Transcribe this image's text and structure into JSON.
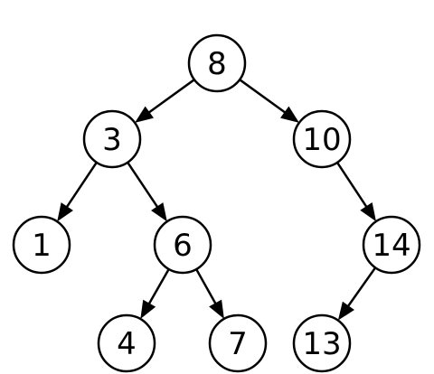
{
  "tree": {
    "nodes": [
      {
        "id": "n8",
        "label": "8"
      },
      {
        "id": "n3",
        "label": "3"
      },
      {
        "id": "n10",
        "label": "10"
      },
      {
        "id": "n1",
        "label": "1"
      },
      {
        "id": "n6",
        "label": "6"
      },
      {
        "id": "n14",
        "label": "14"
      },
      {
        "id": "n4",
        "label": "4"
      },
      {
        "id": "n7",
        "label": "7"
      },
      {
        "id": "n13",
        "label": "13"
      }
    ],
    "edges": [
      {
        "from": "n8",
        "to": "n3"
      },
      {
        "from": "n8",
        "to": "n10"
      },
      {
        "from": "n3",
        "to": "n1"
      },
      {
        "from": "n3",
        "to": "n6"
      },
      {
        "from": "n10",
        "to": "n14"
      },
      {
        "from": "n6",
        "to": "n4"
      },
      {
        "from": "n6",
        "to": "n7"
      },
      {
        "from": "n14",
        "to": "n13"
      }
    ],
    "colors": {
      "stroke": "#000000",
      "node_fill": "#ffffff",
      "background": "#ffffff"
    }
  }
}
